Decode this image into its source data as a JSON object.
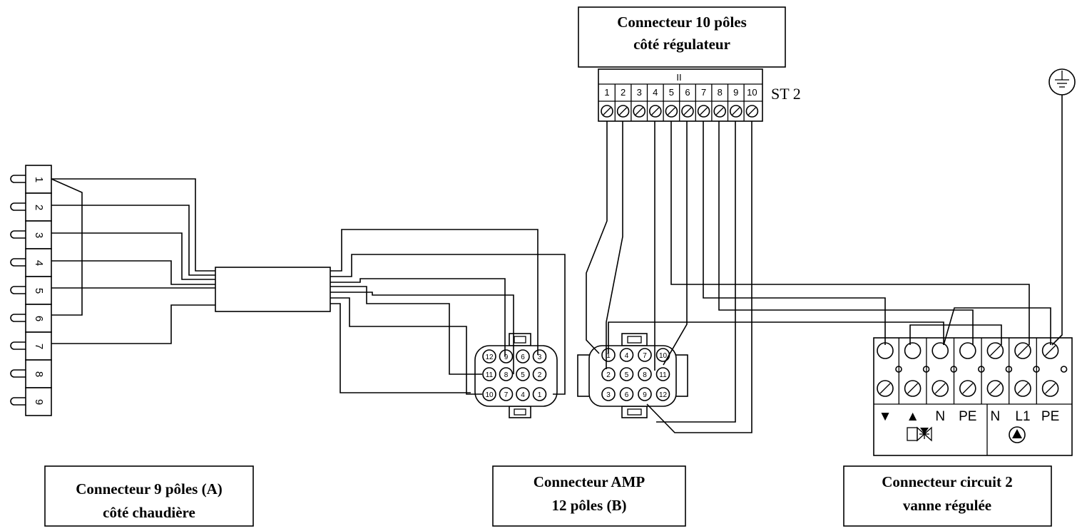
{
  "labels": {
    "regulator_title_1": "Connecteur 10 pôles",
    "regulator_title_2": "côté régulateur",
    "boiler_title_1": "Connecteur 9 pôles (A)",
    "boiler_title_2": "côté chaudière",
    "amp_title_1": "Connecteur AMP",
    "amp_title_2": "12 pôles (B)",
    "circuit_title_1": "Connecteur circuit 2",
    "circuit_title_2": "vanne régulée",
    "st2": "ST 2",
    "roman_two": "II"
  },
  "regulator_pins": [
    "1",
    "2",
    "3",
    "4",
    "5",
    "6",
    "7",
    "8",
    "9",
    "10"
  ],
  "boiler_pins": [
    "1",
    "2",
    "3",
    "4",
    "5",
    "6",
    "7",
    "8",
    "9"
  ],
  "amp_left_pins": [
    "12",
    "9",
    "6",
    "3",
    "11",
    "8",
    "5",
    "2",
    "10",
    "7",
    "4",
    "1"
  ],
  "amp_right_pins": [
    "1",
    "4",
    "7",
    "10",
    "2",
    "5",
    "8",
    "11",
    "3",
    "6",
    "9",
    "12"
  ],
  "circuit_terminal_labels": [
    "▼",
    "▲",
    "N",
    "PE",
    "N",
    "L1",
    "PE"
  ],
  "icons": {
    "ground": "ground-icon",
    "valve": "three-way-valve-icon",
    "pump": "pump-icon"
  }
}
